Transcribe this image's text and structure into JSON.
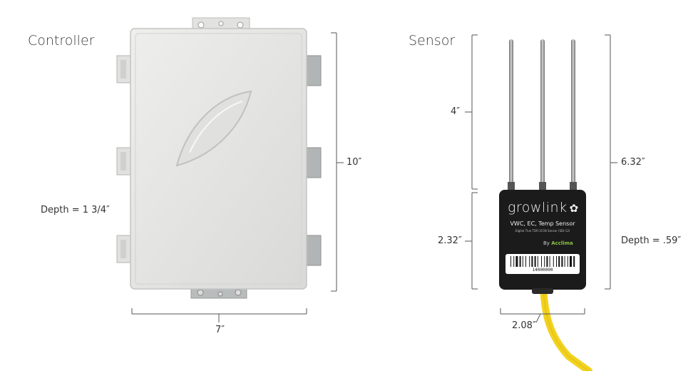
{
  "controller": {
    "title": "Controller",
    "height_label": "10″",
    "width_label": "7″",
    "depth_label": "Depth = 1 3/4″"
  },
  "sensor": {
    "title": "Sensor",
    "probe_length_label": "4″",
    "body_height_label": "2.32″",
    "total_height_label": "6.32″",
    "depth_label": "Depth = .59″",
    "width_label": "2.08″",
    "brand": "growlink",
    "product_line": "VWC, EC, Temp Sensor",
    "product_detail": "Digital True TDR-315N Sensor (SDI-12)",
    "by_text": "By",
    "partner": "Acclima",
    "serial": "14000000"
  },
  "colors": {
    "enclosure": "#e6e7e5",
    "sensor_body": "#1b1b1b",
    "cable": "#f2d21f",
    "accent_green": "#8cc63f"
  }
}
